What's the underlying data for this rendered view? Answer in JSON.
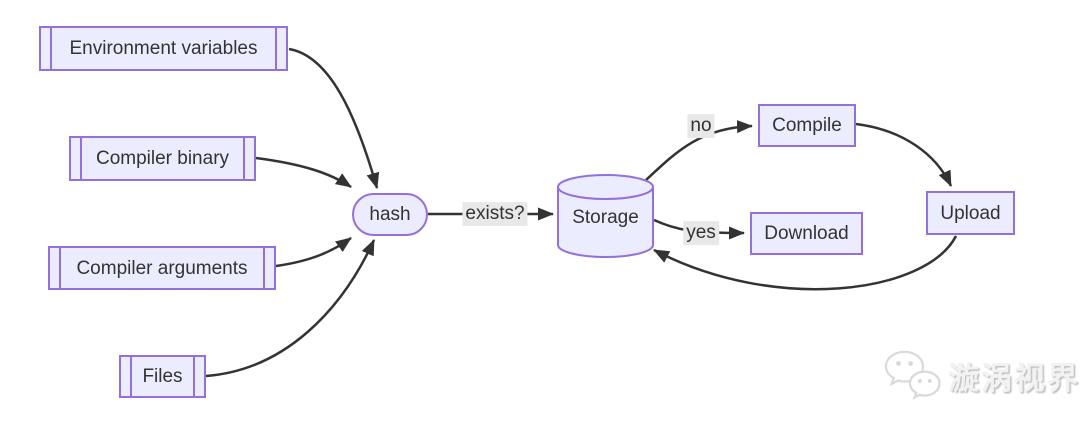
{
  "diagram": {
    "nodes": {
      "env": {
        "label": "Environment variables",
        "shape": "subroutine"
      },
      "binary": {
        "label": "Compiler binary",
        "shape": "subroutine"
      },
      "args": {
        "label": "Compiler arguments",
        "shape": "subroutine"
      },
      "files": {
        "label": "Files",
        "shape": "subroutine"
      },
      "hash": {
        "label": "hash",
        "shape": "stadium"
      },
      "storage": {
        "label": "Storage",
        "shape": "cylinder"
      },
      "compile": {
        "label": "Compile",
        "shape": "rect"
      },
      "download": {
        "label": "Download",
        "shape": "rect"
      },
      "upload": {
        "label": "Upload",
        "shape": "rect"
      }
    },
    "edge_labels": {
      "exists": "exists?",
      "no": "no",
      "yes": "yes"
    },
    "edges": [
      {
        "from": "Environment variables",
        "to": "hash"
      },
      {
        "from": "Compiler binary",
        "to": "hash"
      },
      {
        "from": "Compiler arguments",
        "to": "hash"
      },
      {
        "from": "Files",
        "to": "hash"
      },
      {
        "from": "hash",
        "to": "Storage",
        "label": "exists?"
      },
      {
        "from": "Storage",
        "to": "Compile",
        "label": "no"
      },
      {
        "from": "Compile",
        "to": "Upload"
      },
      {
        "from": "Upload",
        "to": "Storage"
      },
      {
        "from": "Storage",
        "to": "Download",
        "label": "yes"
      }
    ],
    "colors": {
      "node_fill": "#ECECFF",
      "node_border": "#9370DB",
      "edge_stroke": "#333333",
      "edge_label_bg": "#e8e8e8",
      "text": "#333333"
    }
  },
  "watermark": {
    "text": "漩涡视界",
    "icon": "chat-bubbles-icon"
  }
}
